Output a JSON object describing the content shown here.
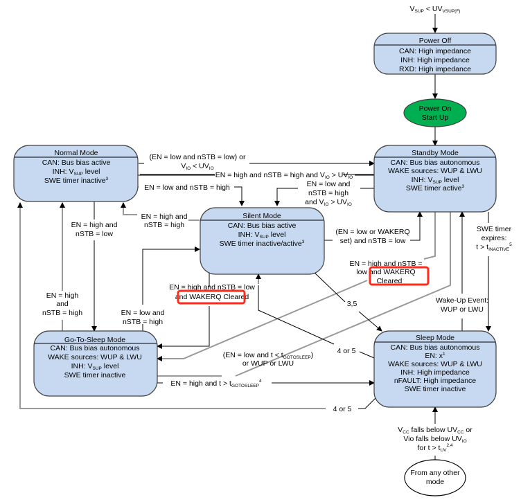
{
  "colors": {
    "state_fill": "#c6d9f1",
    "start_fill": "#00b050",
    "highlight": "#ff2a1a",
    "gray_line": "#999999"
  },
  "entry": {
    "label_main": "V",
    "label_sub1": "SUP",
    "label_mid": " < UV",
    "label_sub2": "VSUP(F)"
  },
  "states": {
    "power_off": {
      "title": "Power Off",
      "lines": [
        "CAN: High impedance",
        "INH: High impedance",
        "RXD: High impedance"
      ]
    },
    "power_on": {
      "lines": [
        "Power On",
        "Start Up"
      ]
    },
    "normal": {
      "title": "Normal Mode",
      "lines": [
        "CAN: Bus bias active",
        "INH: ",
        "SWE timer inactive"
      ],
      "vsup": "V",
      "vsup_sub": "SUP",
      "level": " level",
      "note": "3"
    },
    "standby": {
      "title": "Standby Mode",
      "lines": [
        "CAN: Bus bias autonomous",
        "WAKE sources: WUP & LWU",
        "INH: ",
        "SWE timer active"
      ],
      "vsup": "V",
      "vsup_sub": "SUP",
      "level": " level",
      "note": "3"
    },
    "silent": {
      "title": "Silent Mode",
      "lines": [
        "CAN: Bus bias active",
        "INH: ",
        "SWE timer inactive/active"
      ],
      "vsup": "V",
      "vsup_sub": "SUP",
      "level": " level",
      "note": "3"
    },
    "go_to_sleep": {
      "title": "Go-To-Sleep Mode",
      "lines": [
        "CAN: Bus bias autonomous",
        "WAKE sources: WUP & LWU",
        "INH: ",
        "SWE timer inactive"
      ],
      "vsup": "V",
      "vsup_sub": "SUP",
      "level": " level"
    },
    "sleep": {
      "title": "Sleep Mode",
      "lines": [
        "CAN: Bus bias autonomous",
        "EN: x",
        "WAKE sources: WUP & LWU",
        "INH: High impedance",
        "nFAULT: High impedance",
        "SWE timer inactive"
      ],
      "en_note": "1"
    },
    "any_other": {
      "lines": [
        "From any other",
        "mode"
      ]
    }
  },
  "transitions": {
    "standby_to_normal": {
      "line1": "(EN = low and nSTB = low) or",
      "line2_a": "V",
      "line2_sub": "IO",
      "line2_b": " < UV",
      "line2_sub2": "IO"
    },
    "normal_to_standby": {
      "a": "EN = high and nSTB = high and V",
      "sub": "IO",
      "b": " > UV",
      "sub2": "IO"
    },
    "normal_to_silent": {
      "text": "EN = low and nSTB = high"
    },
    "standby_to_silent": {
      "line1": "EN = low and",
      "line2": "nSTB = high",
      "line3_a": "and V",
      "line3_sub": "IO",
      "line3_b": " > UV",
      "line3_sub2": "IO"
    },
    "silent_to_normal": {
      "line1": "EN = high and",
      "line2": "nSTB = high"
    },
    "silent_to_standby": {
      "line1": "(EN = low or WAKERQ",
      "line2": "set) and nSTB = low"
    },
    "normal_to_gts": {
      "line1": "EN = high and",
      "line2": "nSTB = low"
    },
    "gts_to_normal": {
      "line1": "EN = high",
      "line2": "and",
      "line3": "nSTB = high"
    },
    "gts_to_silent": {
      "line1": "EN = low and",
      "line2": "nSTB = high"
    },
    "silent_to_gts": {
      "line1": "EN = high and nSTB = low",
      "line2_a": "and ",
      "line2_hl": "WAKERQ Cleared"
    },
    "standby_to_gts": {
      "line1": "EN = high and nSTB =",
      "line2_a": "low ",
      "line2_hl": "and WAKERQ",
      "line3": "Cleared"
    },
    "sleep_to_standby_wake": {
      "line1": "Wake-Up Event:",
      "line2": "WUP or LWU"
    },
    "standby_to_sleep_swe": {
      "line1": "SWE timer",
      "line2": "expires:",
      "line3_a": "t > t",
      "line3_sub": "INACTIVE",
      "line3_sup": "5"
    },
    "silent_to_sleep": {
      "text": "3,5"
    },
    "sleep_to_silent": {
      "text": "4 or 5"
    },
    "gts_to_standby": {
      "line1_a": "(EN = low and t < t",
      "line1_sub": "GOTOSLEEP",
      "line1_b": ")",
      "line2": "or WUP or LWU"
    },
    "gts_to_sleep": {
      "a": "EN = high and t > t",
      "sub": "GOTOSLEEP",
      "sup": "4"
    },
    "sleep_to_normal": {
      "text": "4 or 5"
    },
    "any_to_sleep": {
      "line1_a": "V",
      "line1_sub": "CC",
      "line1_b": " falls below UV",
      "line1_sub2": "CC",
      "line1_c": " or",
      "line2_a": "Vio falls below UV",
      "line2_sub": "IO",
      "line3_a": "for t > t",
      "line3_sub": "UV",
      "line3_sup": "2,4"
    }
  }
}
